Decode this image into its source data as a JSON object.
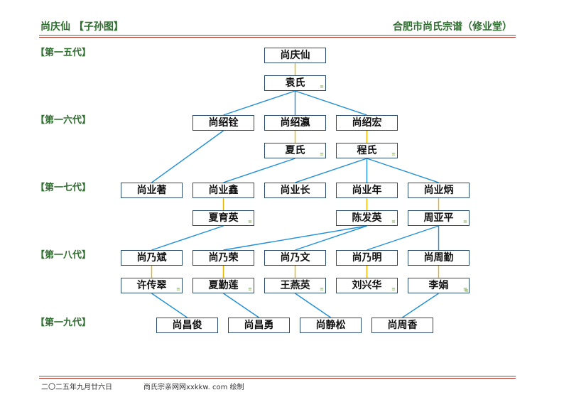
{
  "header": {
    "title": "尚庆仙 【子孙图】",
    "book": "合肥市尚氏宗谱（修业堂）"
  },
  "generations": [
    "【第一五代】",
    "【第一六代】",
    "【第一七代】",
    "【第一八代】",
    "【第一九代】"
  ],
  "nodes": [
    {
      "id": "n1",
      "name": "尚庆仙",
      "mark": ""
    },
    {
      "id": "n2",
      "name": "袁氏",
      "mark": "≡"
    },
    {
      "id": "n3",
      "name": "尚绍铨",
      "mark": ""
    },
    {
      "id": "n4",
      "name": "尚绍瀛",
      "mark": ""
    },
    {
      "id": "n5",
      "name": "尚绍宏",
      "mark": ""
    },
    {
      "id": "n6",
      "name": "夏氏",
      "mark": "≡"
    },
    {
      "id": "n7",
      "name": "程氏",
      "mark": "≡"
    },
    {
      "id": "n8",
      "name": "尚业著",
      "mark": ""
    },
    {
      "id": "n9",
      "name": "尚业鑫",
      "mark": ""
    },
    {
      "id": "n10",
      "name": "尚业长",
      "mark": ""
    },
    {
      "id": "n11",
      "name": "尚业年",
      "mark": ""
    },
    {
      "id": "n12",
      "name": "尚业炳",
      "mark": ""
    },
    {
      "id": "n13",
      "name": "夏育英",
      "mark": "≡"
    },
    {
      "id": "n14",
      "name": "陈发英",
      "mark": "≡"
    },
    {
      "id": "n15",
      "name": "周亚平",
      "mark": "≡"
    },
    {
      "id": "n16",
      "name": "尚乃斌",
      "mark": ""
    },
    {
      "id": "n17",
      "name": "尚乃荣",
      "mark": ""
    },
    {
      "id": "n18",
      "name": "尚乃文",
      "mark": ""
    },
    {
      "id": "n19",
      "name": "尚乃明",
      "mark": ""
    },
    {
      "id": "n20",
      "name": "尚周勤",
      "mark": ""
    },
    {
      "id": "n21",
      "name": "许传翠",
      "mark": "≡"
    },
    {
      "id": "n22",
      "name": "夏勤莲",
      "mark": "≡"
    },
    {
      "id": "n23",
      "name": "王燕英",
      "mark": "≡"
    },
    {
      "id": "n24",
      "name": "刘兴华",
      "mark": "≡"
    },
    {
      "id": "n25",
      "name": "李娟",
      "mark": "≡"
    },
    {
      "id": "n26",
      "name": "尚昌俊",
      "mark": ""
    },
    {
      "id": "n27",
      "name": "尚昌勇",
      "mark": ""
    },
    {
      "id": "n28",
      "name": "尚静松",
      "mark": ""
    },
    {
      "id": "n29",
      "name": "尚周香",
      "mark": ""
    }
  ],
  "extra_mark": "≡",
  "footer": {
    "date": "二〇二五年九月廿六日",
    "credit": "尚氏宗亲网网xxkkw. com 绘制"
  },
  "colors": {
    "heading": "#2e6e2e",
    "rule": "#c0392b",
    "node_border": "#2a4a6e",
    "spouse_link": "#e8b400",
    "child_link": "#1f8fd8"
  }
}
